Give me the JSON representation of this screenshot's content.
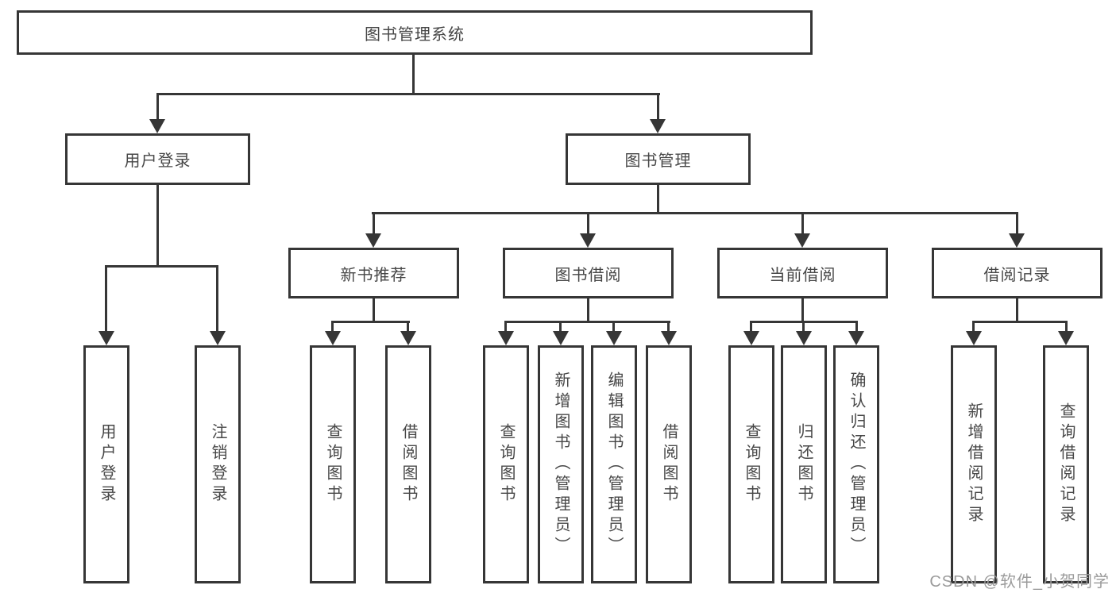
{
  "colors": {
    "line": "#363636",
    "box_border": "#363636",
    "box_fill": "#ffffff",
    "text": "#474747",
    "watermark": "#9b9b9b",
    "background": "#ffffff"
  },
  "tree": {
    "root": "图书管理系统",
    "children": [
      {
        "label": "用户登录",
        "children": [
          {
            "label": "用户登录"
          },
          {
            "label": "注销登录"
          }
        ]
      },
      {
        "label": "图书管理",
        "children": [
          {
            "label": "新书推荐",
            "children": [
              {
                "label": "查询图书"
              },
              {
                "label": "借阅图书"
              }
            ]
          },
          {
            "label": "图书借阅",
            "children": [
              {
                "label": "查询图书"
              },
              {
                "label": "新增图书（管理员）"
              },
              {
                "label": "编辑图书（管理员）"
              },
              {
                "label": "借阅图书"
              }
            ]
          },
          {
            "label": "当前借阅",
            "children": [
              {
                "label": "查询图书"
              },
              {
                "label": "归还图书"
              },
              {
                "label": "确认归还（管理员）"
              }
            ]
          },
          {
            "label": "借阅记录",
            "children": [
              {
                "label": "新增借阅记录"
              },
              {
                "label": "查询借阅记录"
              }
            ]
          }
        ]
      }
    ]
  },
  "watermark": "CSDN @软件_小贺同学"
}
